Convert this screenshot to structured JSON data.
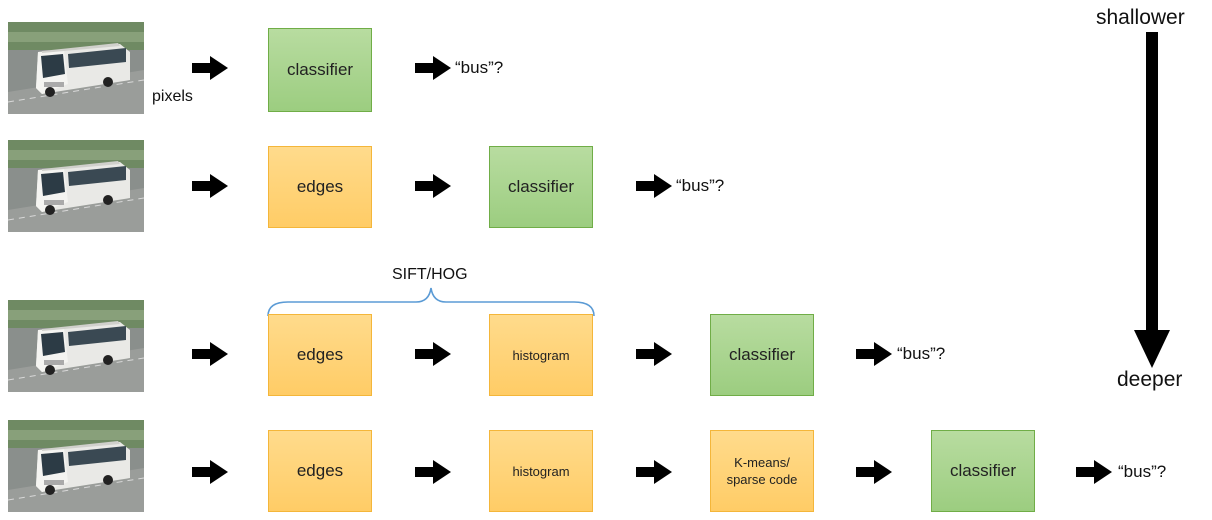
{
  "labels": {
    "pixels": "pixels",
    "sift_hog": "SIFT/HOG",
    "shallower": "shallower",
    "deeper": "deeper"
  },
  "rows": [
    {
      "boxes": [
        "classifier"
      ],
      "output": "“bus”?"
    },
    {
      "boxes": [
        "edges",
        "classifier"
      ],
      "output": "“bus”?"
    },
    {
      "boxes": [
        "edges",
        "histogram",
        "classifier"
      ],
      "output": "“bus”?"
    },
    {
      "boxes": [
        "edges",
        "histogram",
        "K-means/ sparse code",
        "classifier"
      ],
      "output": "“bus”?"
    }
  ],
  "colors": {
    "feature_box": "#ffd37a",
    "classifier_box": "#a9d18e",
    "arrow": "#000000"
  }
}
